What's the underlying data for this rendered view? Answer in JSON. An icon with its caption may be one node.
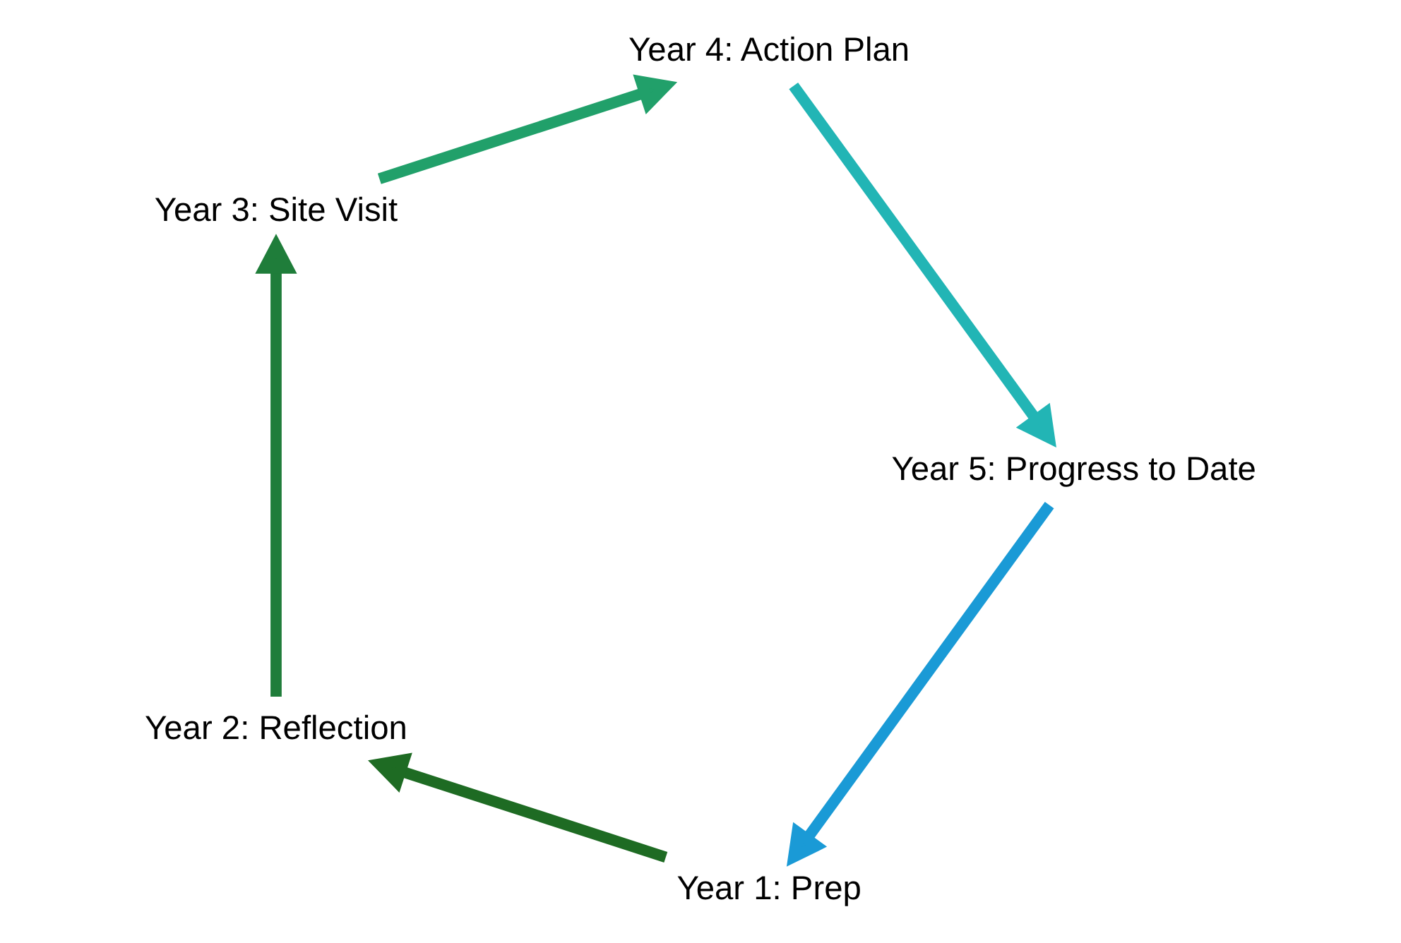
{
  "diagram": {
    "nodes": [
      {
        "text": [
          "Year 1: Prep"
        ]
      },
      {
        "text": [
          "Year 2: Reflection"
        ]
      },
      {
        "text": [
          "Year 3: Site Visit"
        ]
      },
      {
        "text": [
          "Year 4: Action Plan"
        ]
      },
      {
        "text": [
          "Year 5: Progress to Date"
        ]
      }
    ],
    "edges": [
      {
        "from": 0,
        "to": 1,
        "arrow": "to",
        "color": "#1e6b23"
      },
      {
        "from": 1,
        "to": 2,
        "arrow": "to",
        "color": "#1f7d3a"
      },
      {
        "from": 2,
        "to": 3,
        "arrow": "to",
        "color": "#21a06a"
      },
      {
        "from": 3,
        "to": 4,
        "arrow": "to",
        "color": "#22b5b5"
      },
      {
        "from": 4,
        "to": 0,
        "arrow": "to",
        "color": "#1a9ad6"
      }
    ]
  }
}
